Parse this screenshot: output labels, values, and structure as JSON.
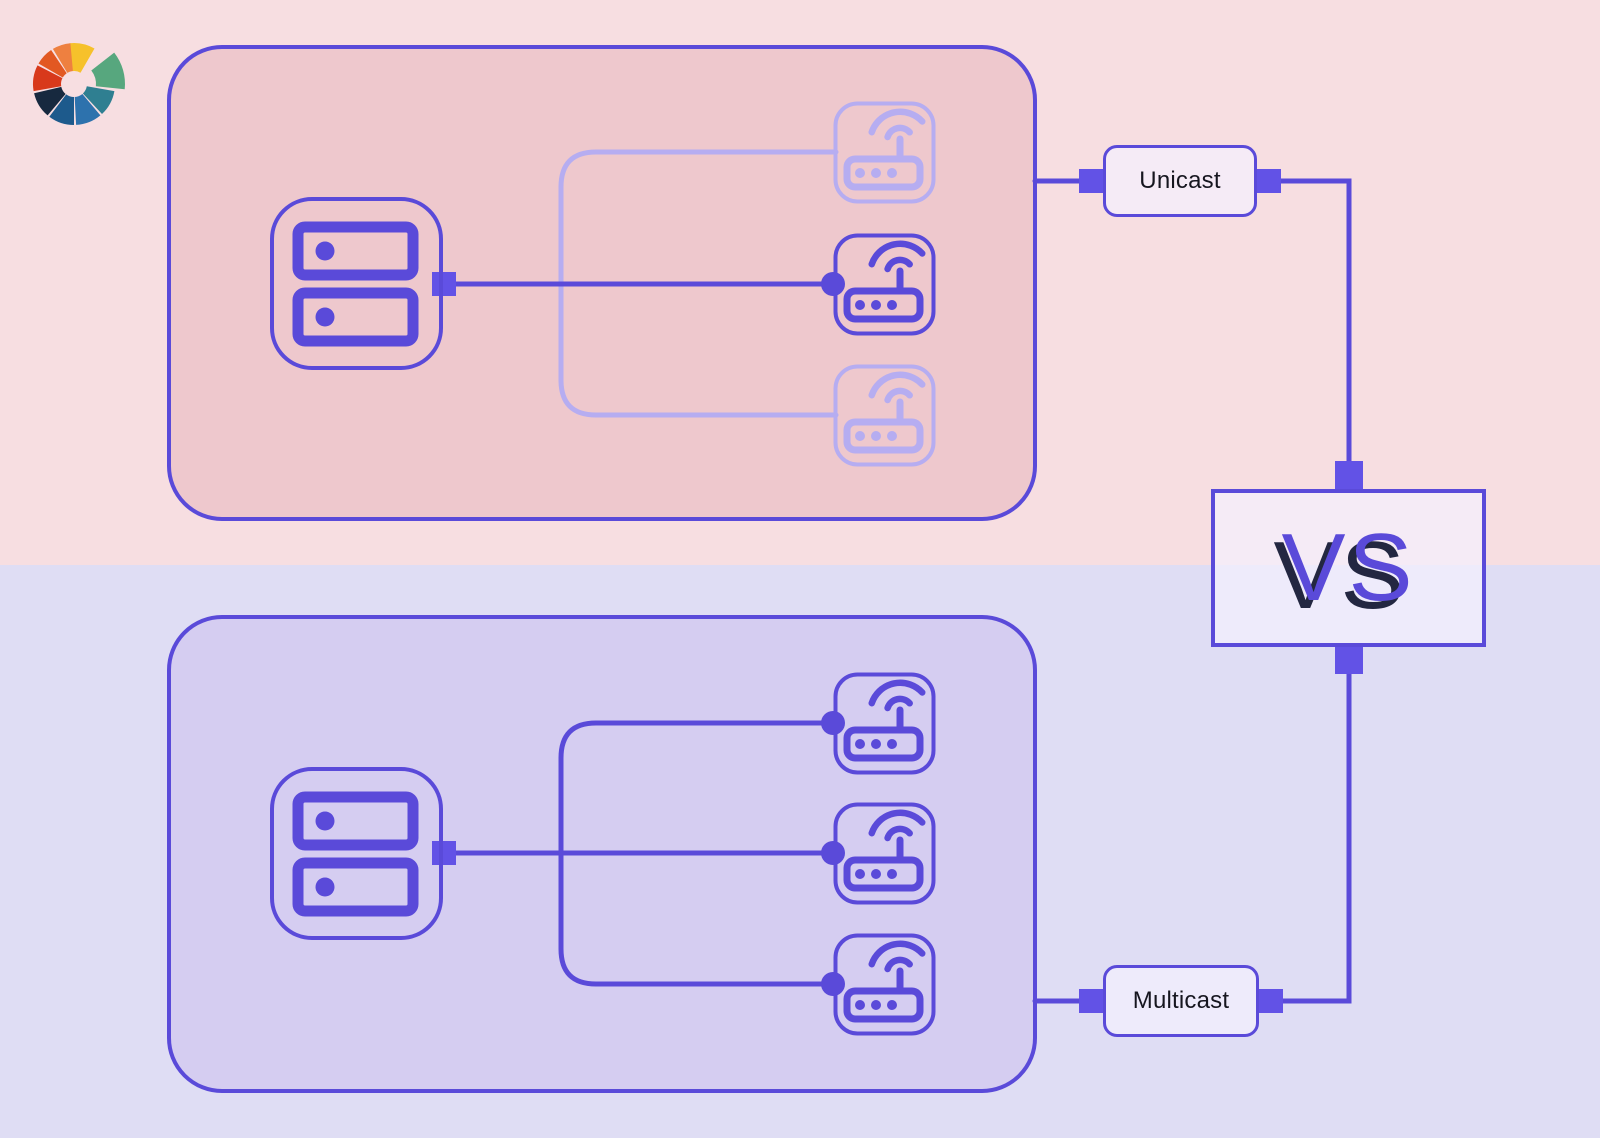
{
  "diagram": {
    "unicast": {
      "label": "Unicast"
    },
    "multicast": {
      "label": "Multicast"
    },
    "vs_label": "VS"
  },
  "colors": {
    "accent_purple": "#5a4ad9",
    "faded_purple": "#b6adf1",
    "connector_purple": "#6252e6",
    "top_background": "#f7dee1",
    "top_panel_fill": "#eec8cd",
    "bottom_background": "#dfddf4",
    "bottom_panel_fill": "#d5cdf1",
    "label_text": "#16161f",
    "vs_shadow": "#232741"
  },
  "logo": {
    "segments": [
      {
        "color": "#f6c12b",
        "from": -6,
        "to": 30,
        "inner": 13,
        "outer": 41
      },
      {
        "color": "#57a77e",
        "from": 52,
        "to": 96,
        "inner": 22,
        "outer": 51
      },
      {
        "color": "#2f7f91",
        "from": 100,
        "to": 137,
        "inner": 13,
        "outer": 41
      },
      {
        "color": "#2d72ad",
        "from": 140,
        "to": 177,
        "inner": 13,
        "outer": 41
      },
      {
        "color": "#1d5a8c",
        "from": 180,
        "to": 217,
        "inner": 13,
        "outer": 41
      },
      {
        "color": "#17293f",
        "from": 220,
        "to": 257,
        "inner": 13,
        "outer": 41
      },
      {
        "color": "#d8391b",
        "from": 260,
        "to": 297,
        "inner": 13,
        "outer": 41
      },
      {
        "color": "#e25822",
        "from": 300,
        "to": 326,
        "inner": 13,
        "outer": 41
      },
      {
        "color": "#ee8040",
        "from": 329,
        "to": 355,
        "inner": 13,
        "outer": 41
      }
    ]
  }
}
